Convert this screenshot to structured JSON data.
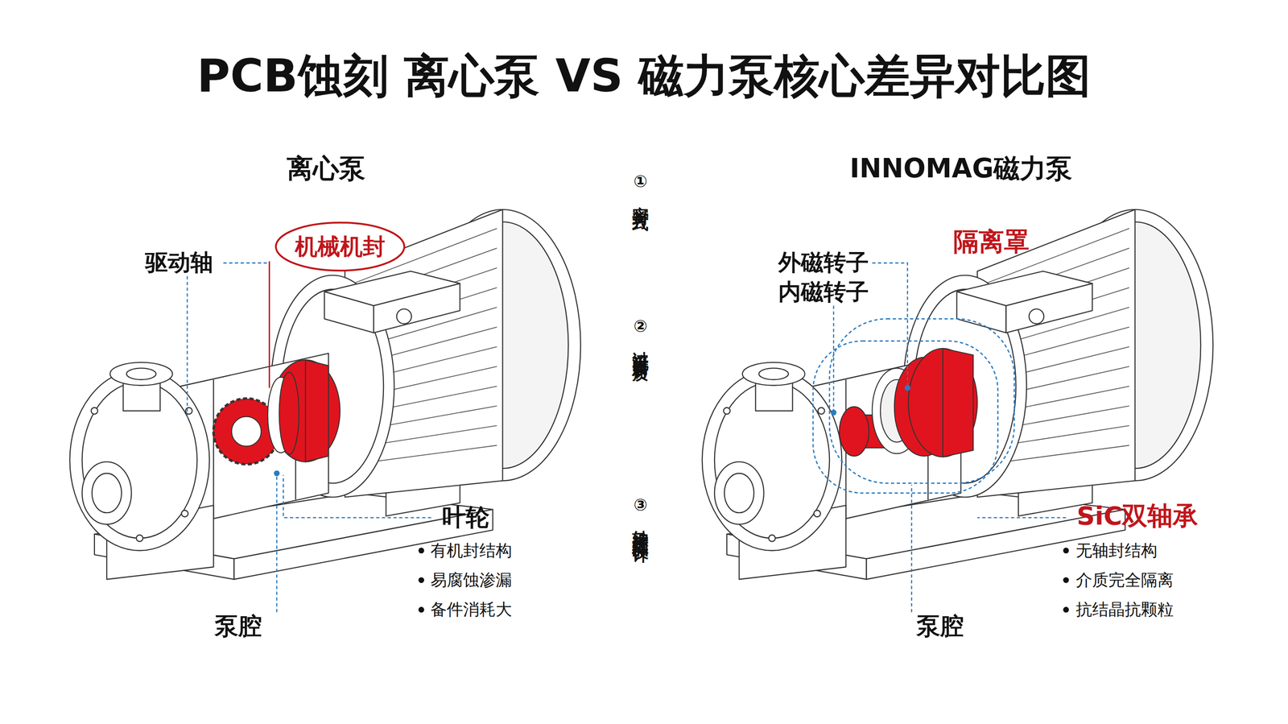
{
  "diagram": {
    "title": "PCB蚀刻 离心泵 VS 磁力泵核心差异对比图",
    "nodes": [
      {
        "text": [
          "机械机封"
        ]
      }
    ],
    "labels": [
      "离心泵",
      "INNOMAG磁力泵",
      "①密封方式",
      "②过流耐腐材质",
      "③轴承糯筵晶设计",
      "驱动轴",
      "叶轮",
      "有机封结构",
      "易腐蚀渗漏",
      "备件消耗大",
      "泵腔",
      "外磁转子",
      "内磁转子",
      "隔离罩",
      "SiC双轴承",
      "无轴封结构",
      "介质完全隔离",
      "抗结晶抗颗粒",
      "泵腔"
    ]
  }
}
